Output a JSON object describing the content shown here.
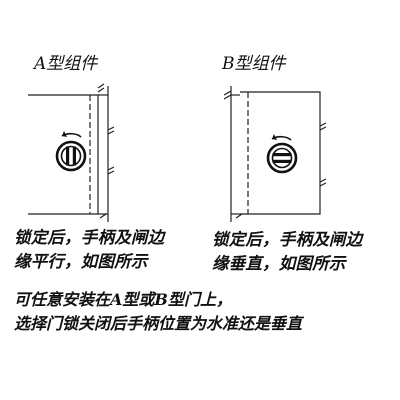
{
  "assembly_a": {
    "title": "A型组件",
    "caption_line1": "锁定后，手柄及闸边",
    "caption_line2": "缘平行，如图所示"
  },
  "assembly_b": {
    "title": "B型组件",
    "caption_line1": "锁定后，手柄及闸边",
    "caption_line2": "缘垂直，如图所示"
  },
  "footer": {
    "line1": "可任意安装在A型或B型门上，",
    "line2": "选择门锁关闭后手柄位置为水准还是垂直"
  }
}
